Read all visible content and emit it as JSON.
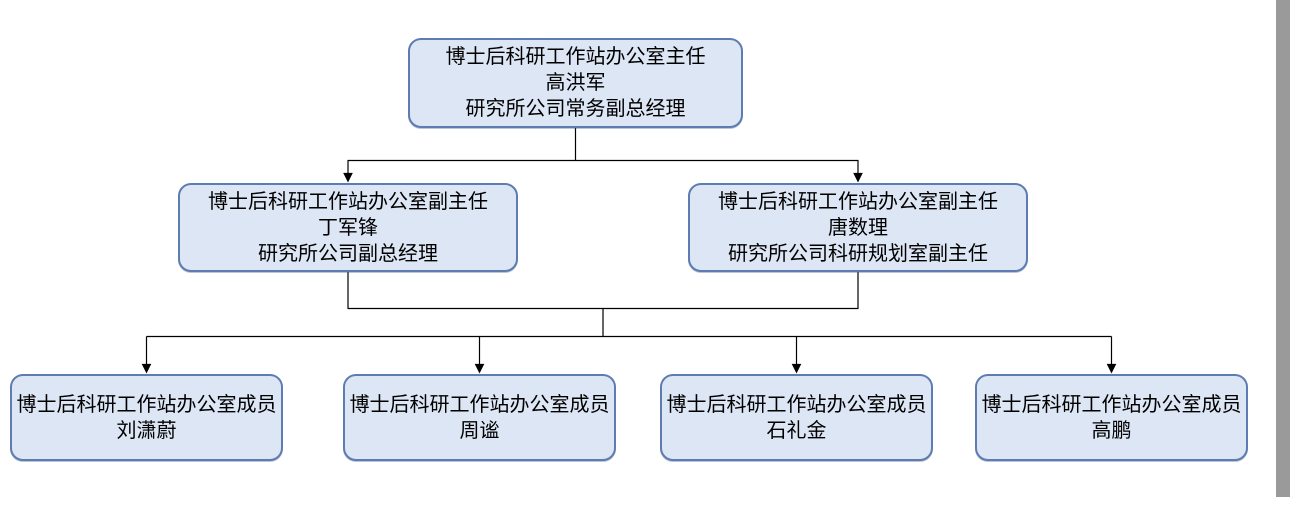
{
  "chart": {
    "type": "org-chart",
    "nodes": [
      {
        "id": "director",
        "role": "博士后科研工作站办公室主任",
        "name": "高洪军",
        "title": "研究所公司常务副总经理"
      },
      {
        "id": "deputy-1",
        "role": "博士后科研工作站办公室副主任",
        "name": "丁军锋",
        "title": "研究所公司副总经理"
      },
      {
        "id": "deputy-2",
        "role": "博士后科研工作站办公室副主任",
        "name": "唐数理",
        "title": "研究所公司科研规划室副主任"
      },
      {
        "id": "member-1",
        "role": "博士后科研工作站办公室成员",
        "name": "刘潇蔚"
      },
      {
        "id": "member-2",
        "role": "博士后科研工作站办公室成员",
        "name": "周谧"
      },
      {
        "id": "member-3",
        "role": "博士后科研工作站办公室成员",
        "name": "石礼金"
      },
      {
        "id": "member-4",
        "role": "博士后科研工作站办公室成员",
        "name": "高鹏"
      }
    ],
    "edges": [
      {
        "from": "director",
        "to": "deputy-1"
      },
      {
        "from": "director",
        "to": "deputy-2"
      },
      {
        "from": "deputy-1,deputy-2",
        "to": "member-1"
      },
      {
        "from": "deputy-1,deputy-2",
        "to": "member-2"
      },
      {
        "from": "deputy-1,deputy-2",
        "to": "member-3"
      },
      {
        "from": "deputy-1,deputy-2",
        "to": "member-4"
      }
    ],
    "colors": {
      "node_fill": "#dde6f5",
      "node_border": "#5e7cb1",
      "connector": "#000000",
      "page_edge": "#9a9a9a"
    }
  }
}
